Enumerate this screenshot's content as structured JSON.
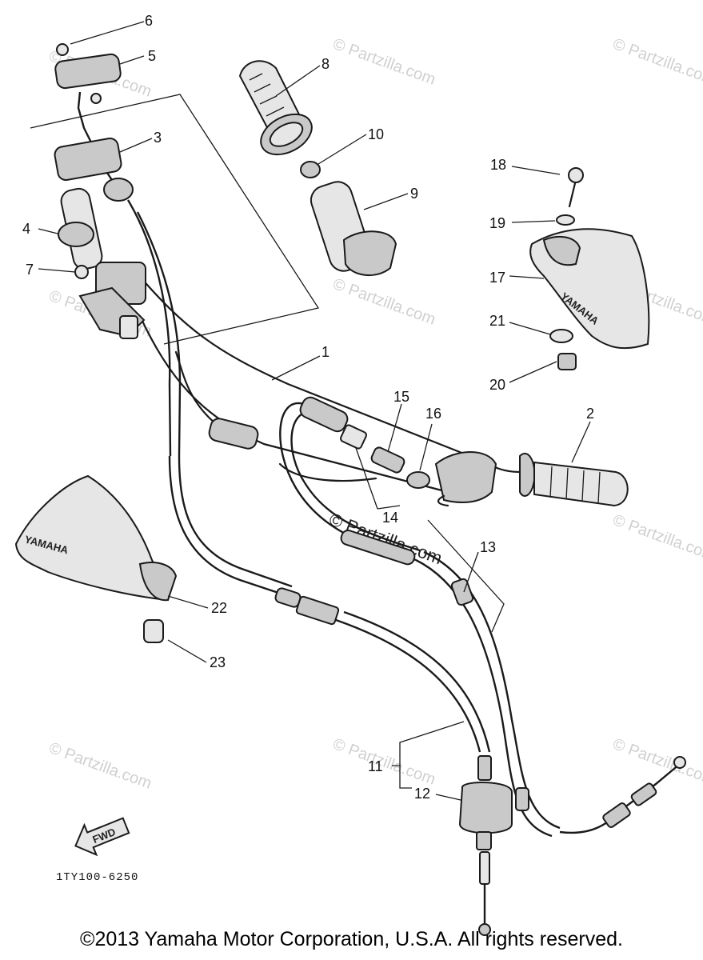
{
  "labels": {
    "l1": "1",
    "l2": "2",
    "l3": "3",
    "l4": "4",
    "l5": "5",
    "l6": "6",
    "l7": "7",
    "l8": "8",
    "l9": "9",
    "l10": "10",
    "l11": "11",
    "l12": "12",
    "l13": "13",
    "l14": "14",
    "l15": "15",
    "l16": "16",
    "l17": "17",
    "l18": "18",
    "l19": "19",
    "l20": "20",
    "l21": "21",
    "l22": "22",
    "l23": "23"
  },
  "watermark": {
    "small": "© Partzilla.com",
    "center": "© Partzilla.com"
  },
  "brand_text": "YAMAHA",
  "fwd_label": "FWD",
  "diagram_code": "1TY100-6250",
  "footer": "©2013 Yamaha Motor Corporation, U.S.A. All rights reserved."
}
